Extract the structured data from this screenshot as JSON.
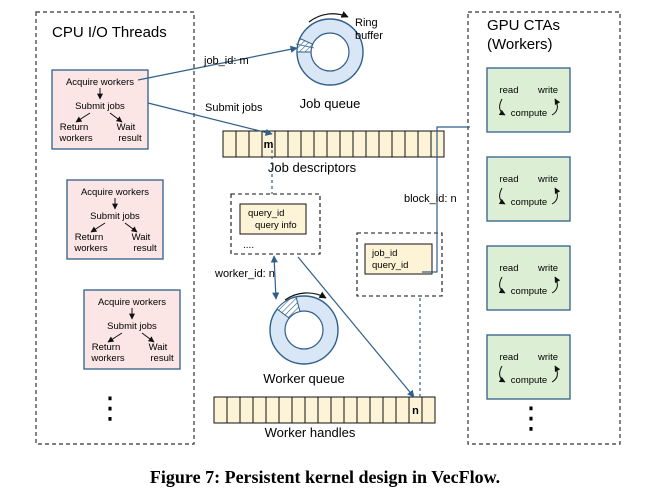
{
  "caption": "Figure 7: Persistent kernel design in VecFlow.",
  "cpu_panel": {
    "title": "CPU I/O Threads",
    "more": "⋮",
    "threads": [
      {
        "acquire": "Acquire workers",
        "submit": "Submit jobs",
        "return1": "Return",
        "return2": "workers",
        "wait1": "Wait",
        "wait2": "result"
      },
      {
        "acquire": "Acquire workers",
        "submit": "Submit jobs",
        "return1": "Return",
        "return2": "workers",
        "wait1": "Wait",
        "wait2": "result"
      },
      {
        "acquire": "Acquire workers",
        "submit": "Submit jobs",
        "return1": "Return",
        "return2": "workers",
        "wait1": "Wait",
        "wait2": "result"
      }
    ]
  },
  "gpu_panel": {
    "title1": "GPU CTAs",
    "title2": "(Workers)",
    "more": "⋮",
    "ctas": [
      {
        "read": "read",
        "write": "write",
        "compute": "compute"
      },
      {
        "read": "read",
        "write": "write",
        "compute": "compute"
      },
      {
        "read": "read",
        "write": "write",
        "compute": "compute"
      },
      {
        "read": "read",
        "write": "write",
        "compute": "compute"
      }
    ]
  },
  "job_queue": {
    "label": "Job queue",
    "ring1": "Ring",
    "ring2": "buffer"
  },
  "worker_queue": {
    "label": "Worker queue"
  },
  "job_descriptors": {
    "label": "Job descriptors",
    "marked": "m"
  },
  "worker_handles": {
    "label": "Worker handles",
    "marked": "n"
  },
  "arrow_labels": {
    "job_id": "job_id: m",
    "submit_jobs": "Submit jobs",
    "worker_id": "worker_id: n",
    "block_id": "block_id: n"
  },
  "desc_entry": {
    "line1": "query_id",
    "line2": "query info",
    "dots": "...."
  },
  "handle_entry": {
    "line1": "job_id",
    "line2": "query_id"
  },
  "colors": {
    "line": "#2f5f8a",
    "cpu_box_fill": "#fbe5e5",
    "gpu_box_fill": "#dcefd4",
    "entry_fill": "#fdf3d6",
    "cell_fill": "#fdf3d6",
    "queue_fill": "#d9e6f5"
  }
}
